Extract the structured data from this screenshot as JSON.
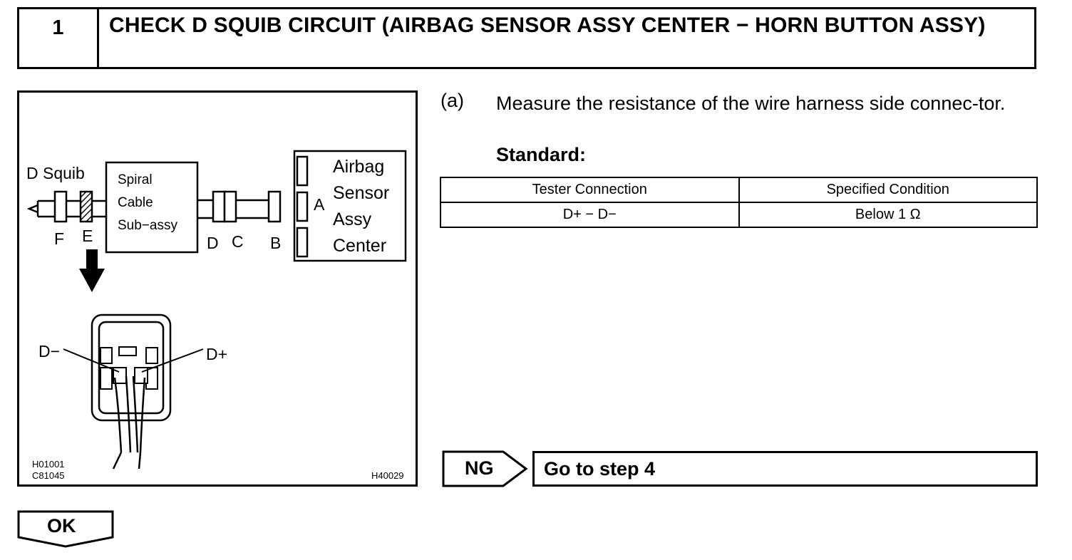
{
  "step": {
    "number": "1",
    "title": "CHECK D SQUIB CIRCUIT (AIRBAG SENSOR ASSY CENTER − HORN BUTTON ASSY)"
  },
  "figure": {
    "labels": {
      "d_squib": "D Squib",
      "spiral_line1": "Spiral",
      "spiral_line2": "Cable",
      "spiral_line3": "Sub−assy",
      "f": "F",
      "e": "E",
      "d": "D",
      "c": "C",
      "b": "B",
      "a": "A",
      "sensor_line1": "Airbag",
      "sensor_line2": "Sensor",
      "sensor_line3": "Assy",
      "sensor_line4": "Center",
      "d_minus": "D−",
      "d_plus": "D+"
    },
    "codes": {
      "code1": "H01001",
      "code2": "C81045",
      "code3": "H40029"
    }
  },
  "instruction": {
    "marker": "(a)",
    "text": "Measure the resistance of the wire harness side connec-tor.",
    "standard_label": "Standard:"
  },
  "spec_table": {
    "headers": [
      "Tester Connection",
      "Specified Condition"
    ],
    "rows": [
      [
        "D+ − D−",
        "Below 1 Ω"
      ]
    ]
  },
  "result": {
    "ng_label": "NG",
    "ng_action": "Go to step 4",
    "ok_label": "OK"
  }
}
